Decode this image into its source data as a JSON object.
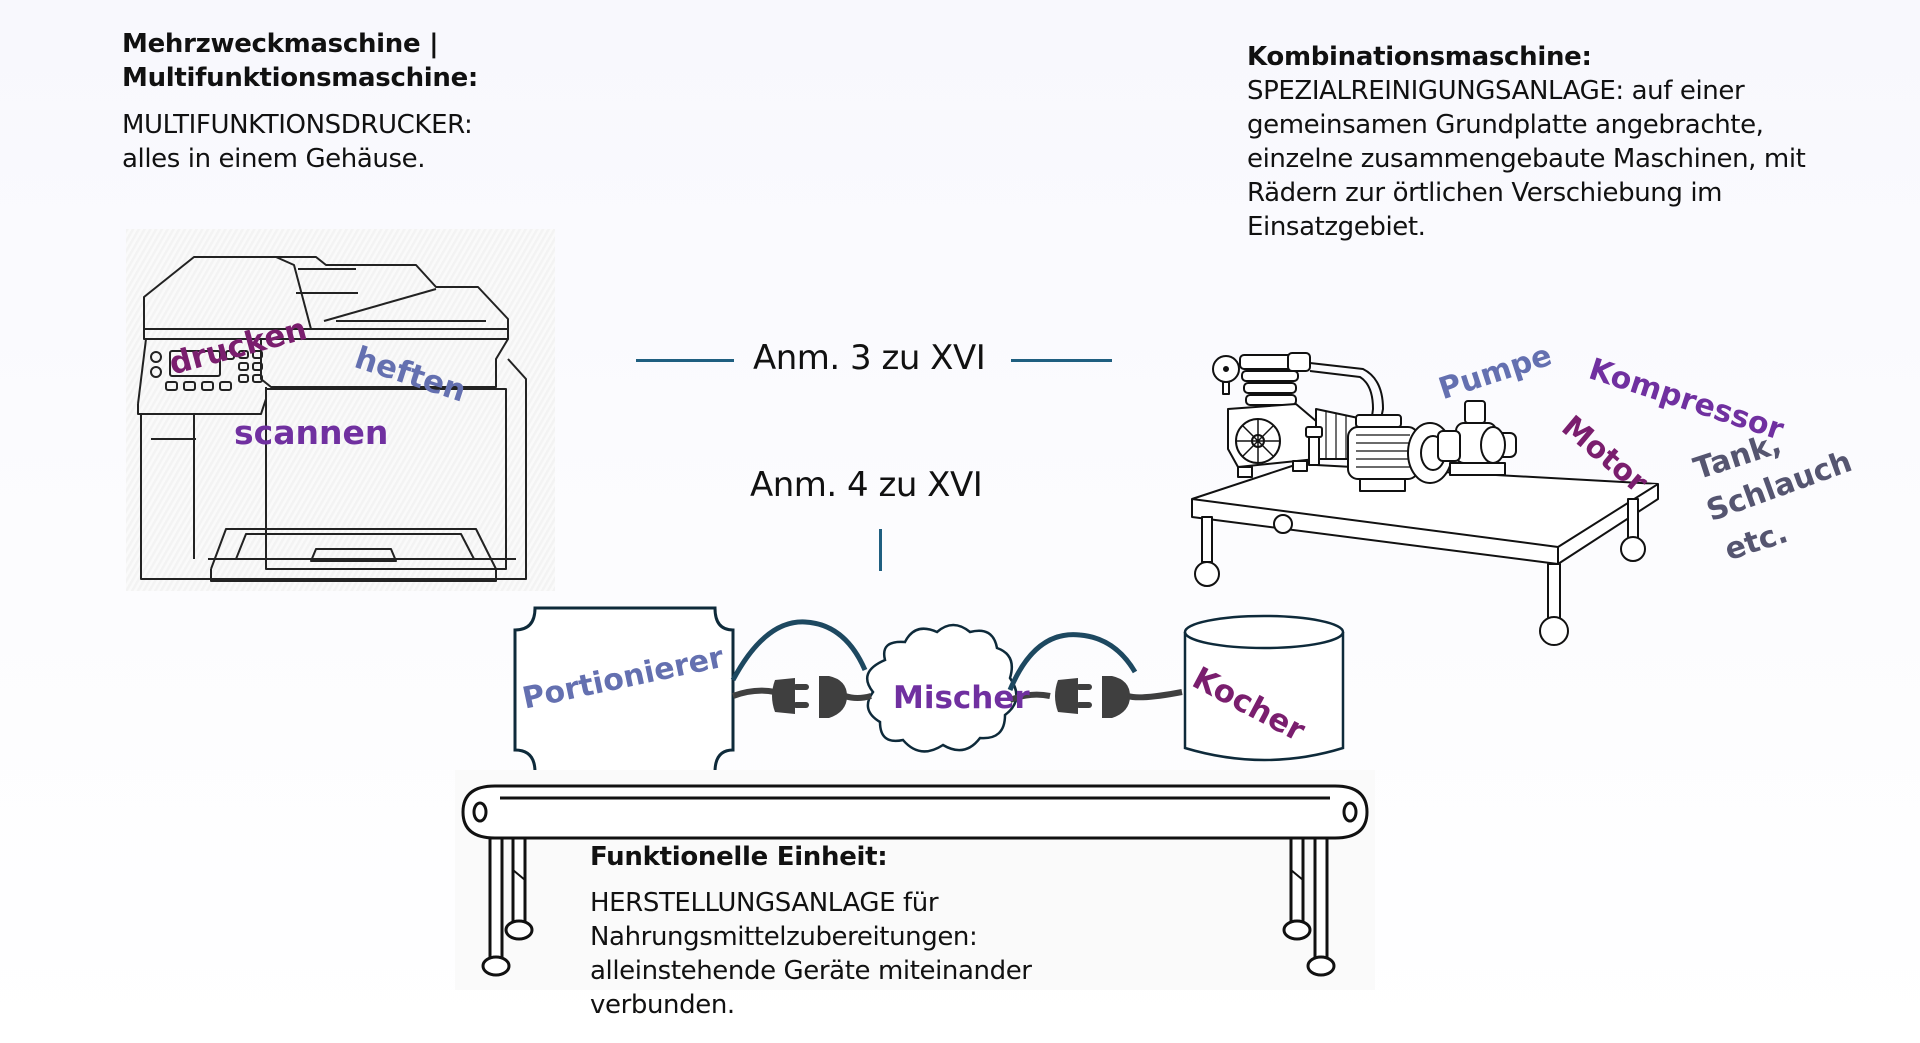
{
  "left_block": {
    "title_line1": "Mehrzweckmaschine |",
    "title_line2": "Multifunktionsmaschine:",
    "desc_line1": "MULTIFUNKTIONSDRUCKER:",
    "desc_line2": "alles in einem Gehäuse.",
    "illustration": "multifunction-printer",
    "functions": [
      "drucken",
      "heften",
      "scannen"
    ]
  },
  "right_block": {
    "title": "Kombinationsmaschine:",
    "desc_lines": [
      "SPEZIALREINIGUNGSANLAGE: auf einer",
      "gemeinsamen Grundplatte angebrachte,",
      "einzelne zusammengebaute Maschinen, mit",
      "Rädern zur örtlichen Verschiebung im",
      "Einsatzgebiet."
    ],
    "illustration": "compressor-cart",
    "components": [
      "Pumpe",
      "Kompressor",
      "Motor",
      "Tank,",
      "Schlauch",
      "etc."
    ]
  },
  "center": {
    "anm3": "Anm. 3 zu XVI",
    "anm4": "Anm. 4 zu XVI"
  },
  "bottom_block": {
    "units": [
      "Portionierer",
      "Mischer",
      "Kocher"
    ],
    "connector_icon": "power-plug",
    "illustration": "conveyor-belt",
    "title": "Funktionelle Einheit:",
    "desc_lines": [
      "HERSTELLUNGSANLAGE für",
      "Nahrungsmittelzubereitungen:",
      "alleinstehende Geräte miteinander",
      "verbunden."
    ]
  },
  "colors": {
    "accent_line": "#1f5f80",
    "magenta": "#7a1e6e",
    "blue": "#6470b0",
    "purple": "#7030a0",
    "slate": "#555570"
  }
}
